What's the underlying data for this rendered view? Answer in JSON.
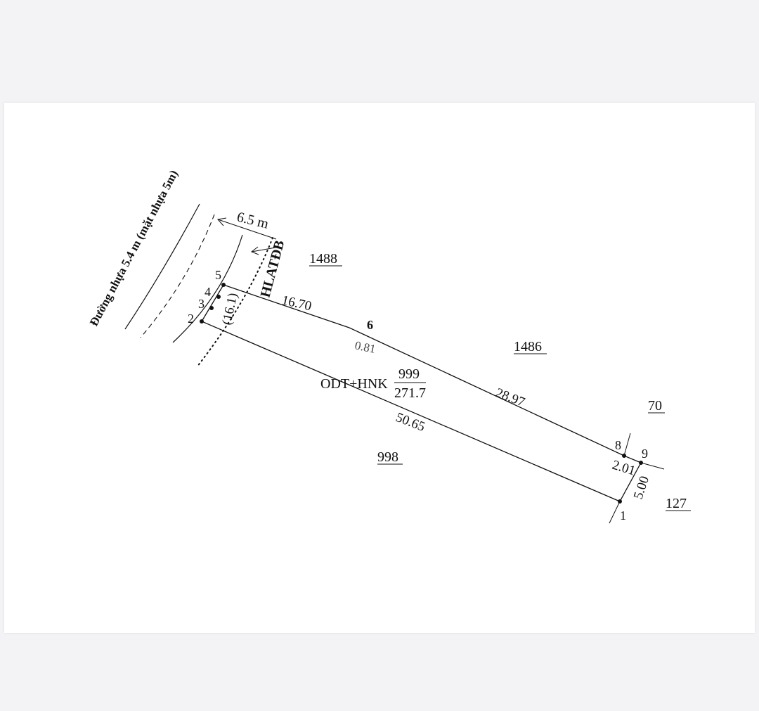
{
  "parcel": {
    "id": "999",
    "land_use": "ODT+HNK",
    "area": "271.7"
  },
  "neighbors": {
    "n1488": "1488",
    "n1486": "1486",
    "n70": "70",
    "n127": "127",
    "n998": "998"
  },
  "edges": {
    "e5_6": "16.70",
    "e6_8": "28.97",
    "e2_1": "50.65",
    "e8_9": "2.01",
    "e9_1": "5.00",
    "frontage": "(16.1)"
  },
  "points": {
    "p1": "1",
    "p2": "2",
    "p3": "3",
    "p4": "4",
    "p5": "5",
    "p6": "6",
    "p8": "8",
    "p9": "9"
  },
  "annotations": {
    "road": "Đường nhựa 5.4 m (mặt nhựa 5m)",
    "road_width": "6.5 m",
    "hla": "HLATĐB",
    "point6_sub": "0.81"
  },
  "colors": {
    "line": "#111111",
    "paper": "#ffffff",
    "background": "#f3f3f6"
  }
}
